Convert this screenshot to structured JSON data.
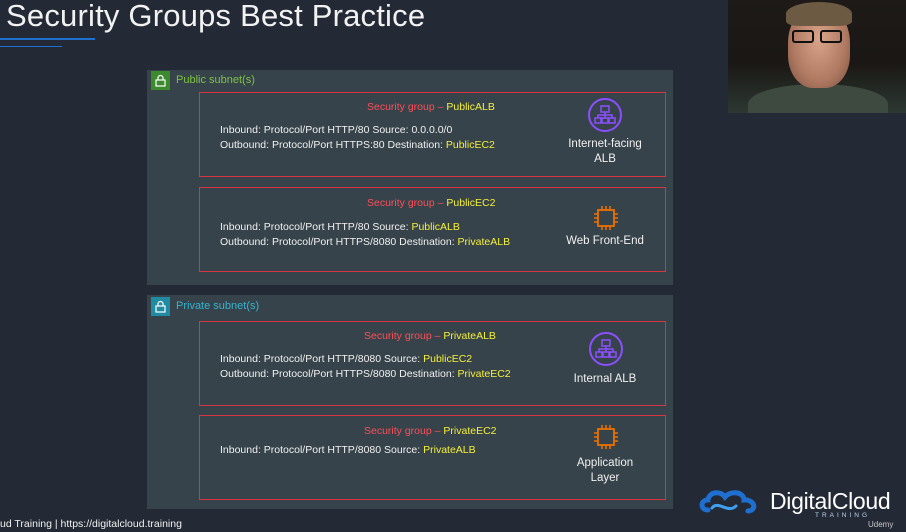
{
  "slide": {
    "title": "Security Groups Best Practice",
    "footer": "ud Training  |  https://digitalcloud.training"
  },
  "brand": {
    "name": "DigitalCloud",
    "sub": "TRAINING",
    "udemy": "Udemy"
  },
  "colors": {
    "background": "#232a35",
    "subnet_panel": "#37434a",
    "public_lock": "#3c8a2e",
    "private_lock": "#1f8ca3",
    "sg_border": "#d9343f",
    "sg_title": "#ff4d57",
    "highlight": "#f4ef3a",
    "alb_icon": "#8c4fff",
    "ec2_icon": "#ed7100"
  },
  "public_subnet": {
    "label": "Public subnet(s)",
    "icon": "lock-icon",
    "groups": [
      {
        "title_prefix": "Security group – ",
        "title_name": "PublicALB",
        "inbound_prefix": "Inbound: Protocol/Port HTTP/80 Source: ",
        "inbound_value": "0.0.0.0/0",
        "outbound_prefix": "Outbound: Protocol/Port HTTPS:80 Destination: ",
        "outbound_value": "PublicEC2",
        "resource_icon": "load-balancer-icon",
        "resource_label_1": "Internet-facing",
        "resource_label_2": "ALB"
      },
      {
        "title_prefix": "Security group – ",
        "title_name": "PublicEC2",
        "inbound_prefix": "Inbound: Protocol/Port HTTP/80 Source: ",
        "inbound_value": "PublicALB",
        "outbound_prefix": "Outbound: Protocol/Port HTTPS/8080 Destination: ",
        "outbound_value": "PrivateALB",
        "resource_icon": "ec2-instance-icon",
        "resource_label_1": "Web Front-End",
        "resource_label_2": ""
      }
    ]
  },
  "private_subnet": {
    "label": "Private subnet(s)",
    "icon": "lock-icon",
    "groups": [
      {
        "title_prefix": "Security group – ",
        "title_name": "PrivateALB",
        "inbound_prefix": "Inbound: Protocol/Port HTTP/8080 Source: ",
        "inbound_value": "PublicEC2",
        "outbound_prefix": "Outbound: Protocol/Port HTTPS/8080 Destination: ",
        "outbound_value": "PrivateEC2",
        "resource_icon": "load-balancer-icon",
        "resource_label_1": "Internal ALB",
        "resource_label_2": ""
      },
      {
        "title_prefix": "Security group – ",
        "title_name": "PrivateEC2",
        "inbound_prefix": "Inbound: Protocol/Port HTTP/8080 Source: ",
        "inbound_value": "PrivateALB",
        "resource_icon": "ec2-instance-icon",
        "resource_label_1": "Application",
        "resource_label_2": "Layer"
      }
    ]
  }
}
